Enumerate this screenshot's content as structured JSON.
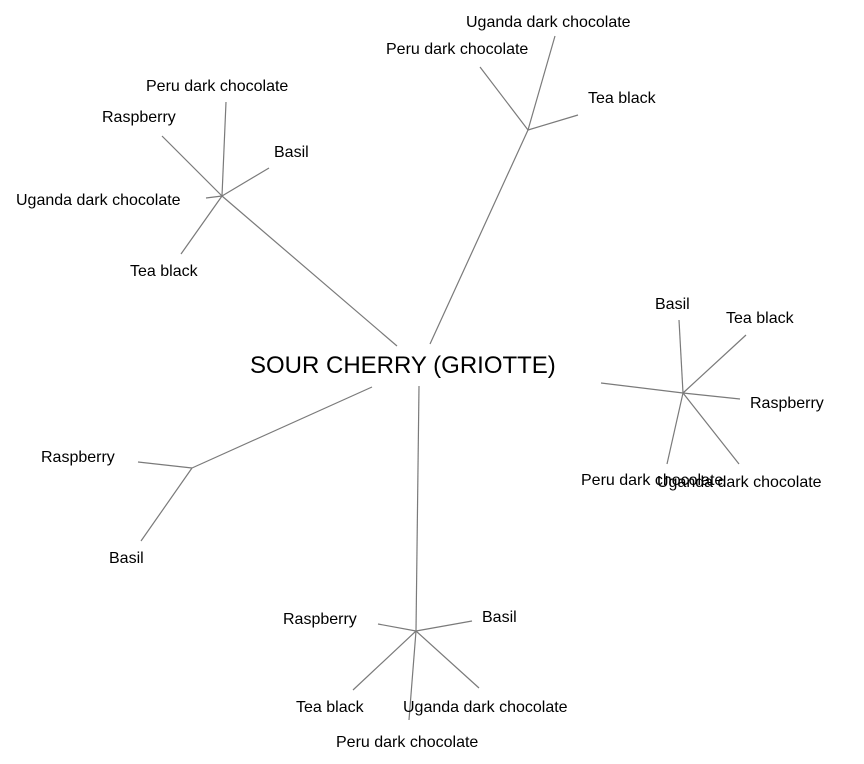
{
  "diagram": {
    "type": "radial-tree",
    "root": "SOUR CHERRY (GRIOTTE)",
    "branches": [
      {
        "id": "top-left",
        "leaves": [
          "Peru dark chocolate",
          "Raspberry",
          "Basil",
          "Uganda dark chocolate",
          "Tea black"
        ]
      },
      {
        "id": "top-right",
        "leaves": [
          "Uganda dark chocolate",
          "Peru dark chocolate",
          "Tea black"
        ]
      },
      {
        "id": "right",
        "leaves": [
          "Basil",
          "Tea black",
          "Raspberry",
          "Peru dark chocolate",
          "Uganda dark chocolate"
        ]
      },
      {
        "id": "left",
        "leaves": [
          "Raspberry",
          "Basil"
        ]
      },
      {
        "id": "bottom",
        "leaves": [
          "Raspberry",
          "Basil",
          "Tea black",
          "Uganda dark chocolate",
          "Peru dark chocolate"
        ]
      }
    ]
  }
}
